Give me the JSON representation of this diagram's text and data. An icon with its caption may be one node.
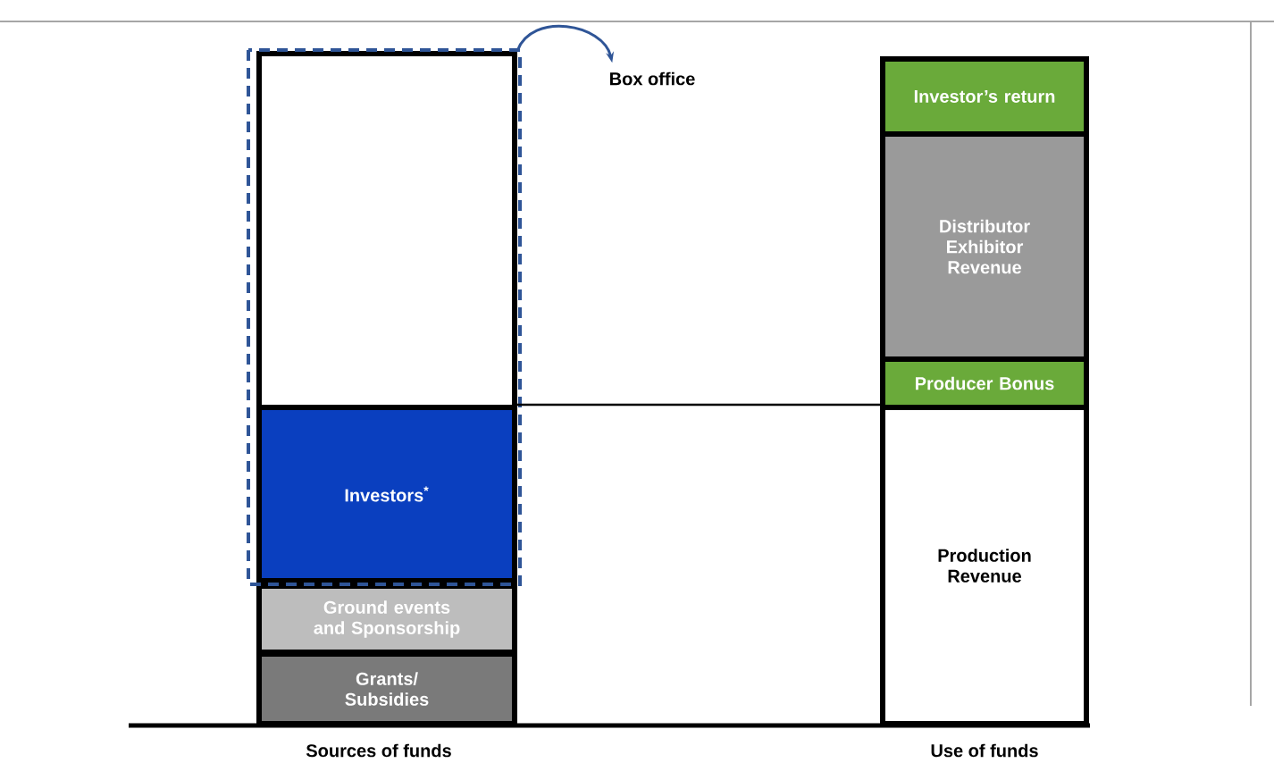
{
  "diagram": {
    "nodes": [
      {
        "text": [],
        "shape": "box"
      },
      {
        "text": [
          "Investors$^{*}$"
        ]
      },
      {
        "text": [
          "Ground events and Sponsorship"
        ]
      },
      {
        "text": [
          "Grants/ Subsidies"
        ]
      },
      {
        "text": [
          "Box office"
        ]
      },
      {
        "text": [
          "Investor’s return"
        ]
      },
      {
        "text": [
          "Distributor Exhibitor Revenue"
        ]
      },
      {
        "text": [
          "Producer Bonus"
        ]
      },
      {
        "text": [
          "Production Revenue"
        ]
      }
    ],
    "edges": [
      {
        "from": 0,
        "to": 4,
        "arrow": "to",
        "color": "#2f5597"
      },
      {
        "from": 1,
        "to": 8,
        "arrow": "none",
        "color": "#000000"
      }
    ],
    "labels": [
      "Sources of funds",
      "Use of funds"
    ]
  }
}
